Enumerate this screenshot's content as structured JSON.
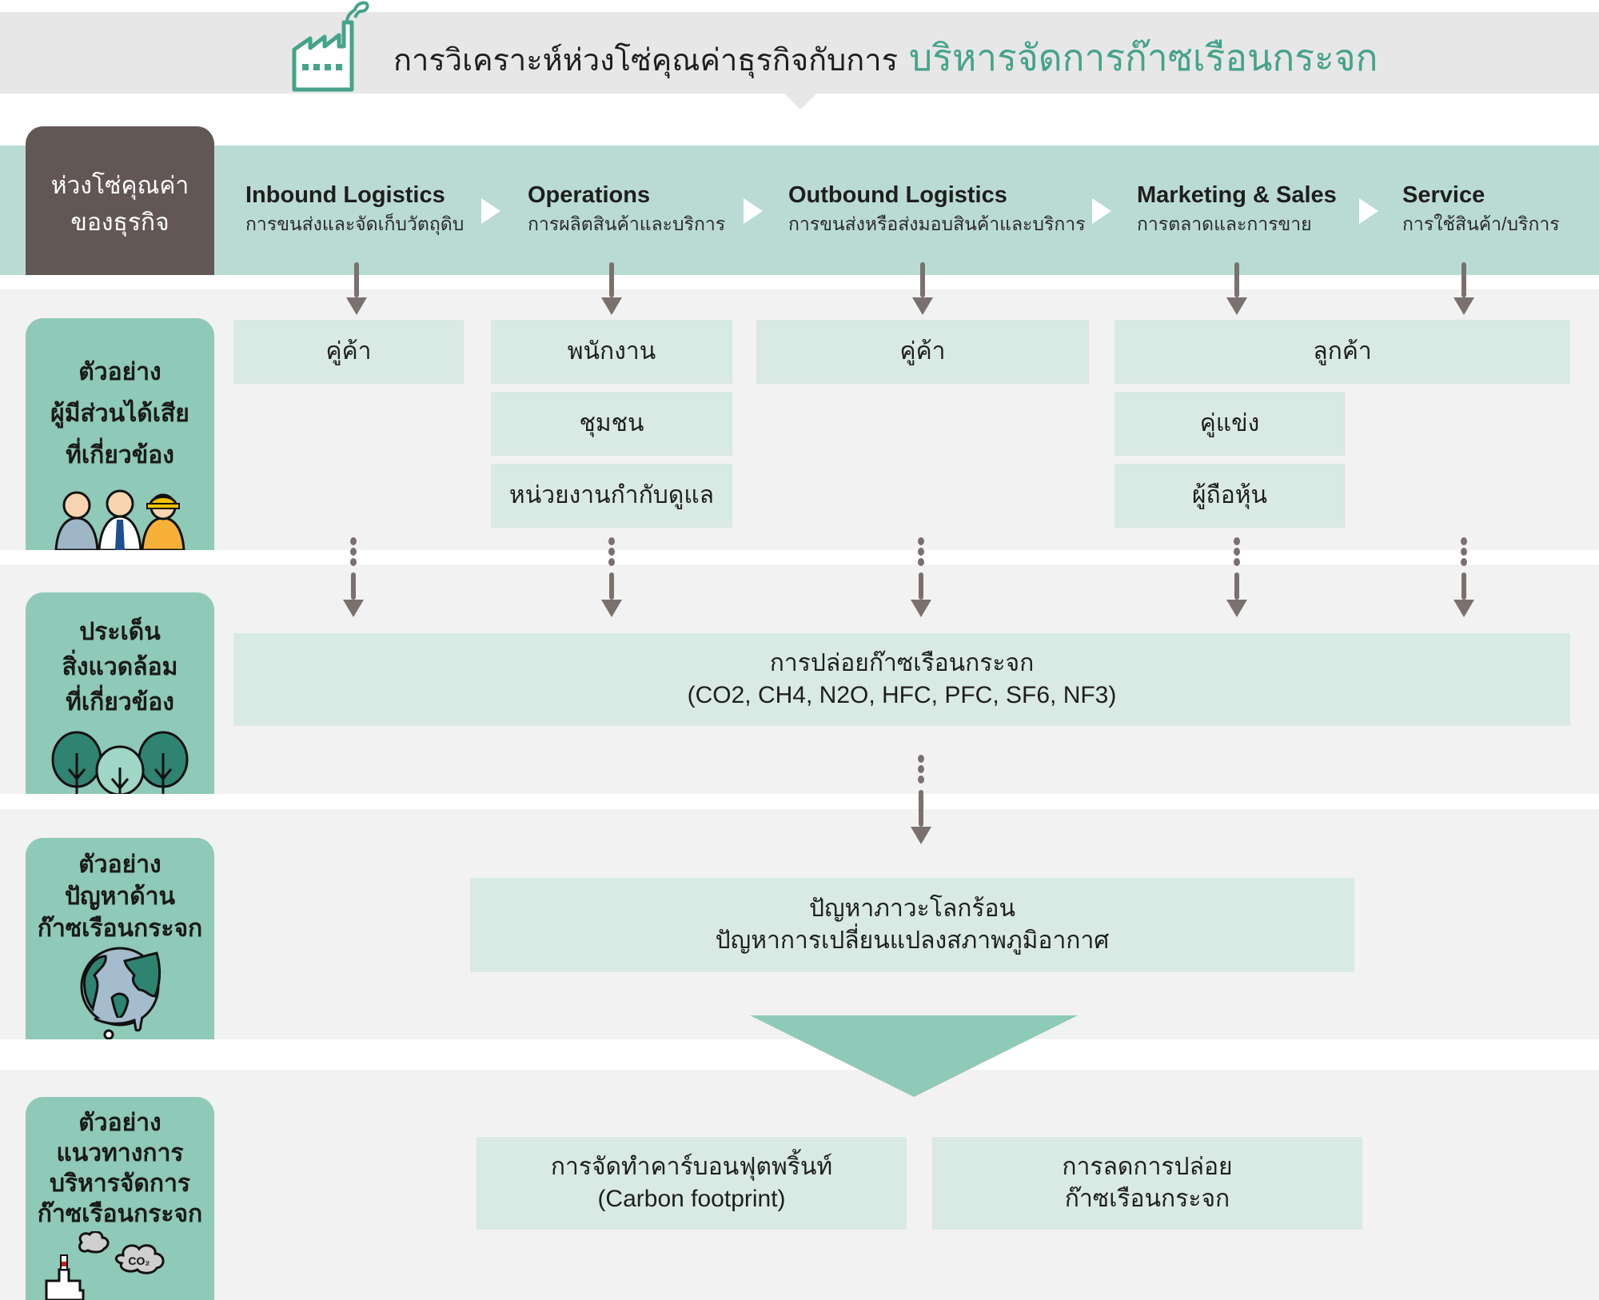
{
  "header": {
    "title_main": "การวิเคราะห์ห่วงโซ่คุณค่าธุรกิจกับการ",
    "title_accent": "บริหารจัดการก๊าซเรือนกระจก",
    "icon": "factory-icon",
    "accent_color": "#45a38a"
  },
  "value_chain": {
    "label_line1": "ห่วงโซ่คุณค่า",
    "label_line2": "ของธุรกิจ",
    "activities": [
      {
        "en": "Inbound Logistics",
        "th": "การขนส่งและจัดเก็บวัตถุดิบ"
      },
      {
        "en": "Operations",
        "th": "การผลิตสินค้าและบริการ"
      },
      {
        "en": "Outbound Logistics",
        "th": "การขนส่งหรือส่งมอบสินค้าและบริการ"
      },
      {
        "en": "Marketing & Sales",
        "th": "การตลาดและการขาย"
      },
      {
        "en": "Service",
        "th": "การใช้สินค้า/บริการ"
      }
    ]
  },
  "stakeholders": {
    "label_lines": [
      "ตัวอย่าง",
      "ผู้มีส่วนได้เสีย",
      "ที่เกี่ยวข้อง"
    ],
    "icon": "people-icon",
    "inbound": [
      "คู่ค้า"
    ],
    "operations": [
      "พนักงาน",
      "ชุมชน",
      "หน่วยงานกำกับดูแล"
    ],
    "outbound": [
      "คู่ค้า"
    ],
    "marketing_service": [
      "ลูกค้า"
    ],
    "marketing": [
      "คู่แข่ง",
      "ผู้ถือหุ้น"
    ]
  },
  "environment": {
    "label_lines": [
      "ประเด็น",
      "สิ่งแวดล้อม",
      "ที่เกี่ยวข้อง"
    ],
    "icon": "trees-icon",
    "issue_line1": "การปล่อยก๊าซเรือนกระจก",
    "issue_line2": "(CO2, CH4, N2O, HFC, PFC, SF6, NF3)"
  },
  "problems": {
    "label_lines": [
      "ตัวอย่าง",
      "ปัญหาด้าน",
      "ก๊าซเรือนกระจก"
    ],
    "icon": "melting-globe-icon",
    "line1": "ปัญหาภาวะโลกร้อน",
    "line2": "ปัญหาการเปลี่ยนแปลงสภาพภูมิอากาศ"
  },
  "management": {
    "label_lines": [
      "ตัวอย่าง",
      "แนวทางการ",
      "บริหารจัดการ",
      "ก๊าซเรือนกระจก"
    ],
    "icon": "factory-co2-icon",
    "co2_label": "CO₂",
    "approaches": [
      {
        "line1": "การจัดทำคาร์บอนฟุตพริ้นท์",
        "line2": "(Carbon footprint)"
      },
      {
        "line1": "การลดการปล่อย",
        "line2": "ก๊าซเรือนกระจก"
      }
    ]
  }
}
